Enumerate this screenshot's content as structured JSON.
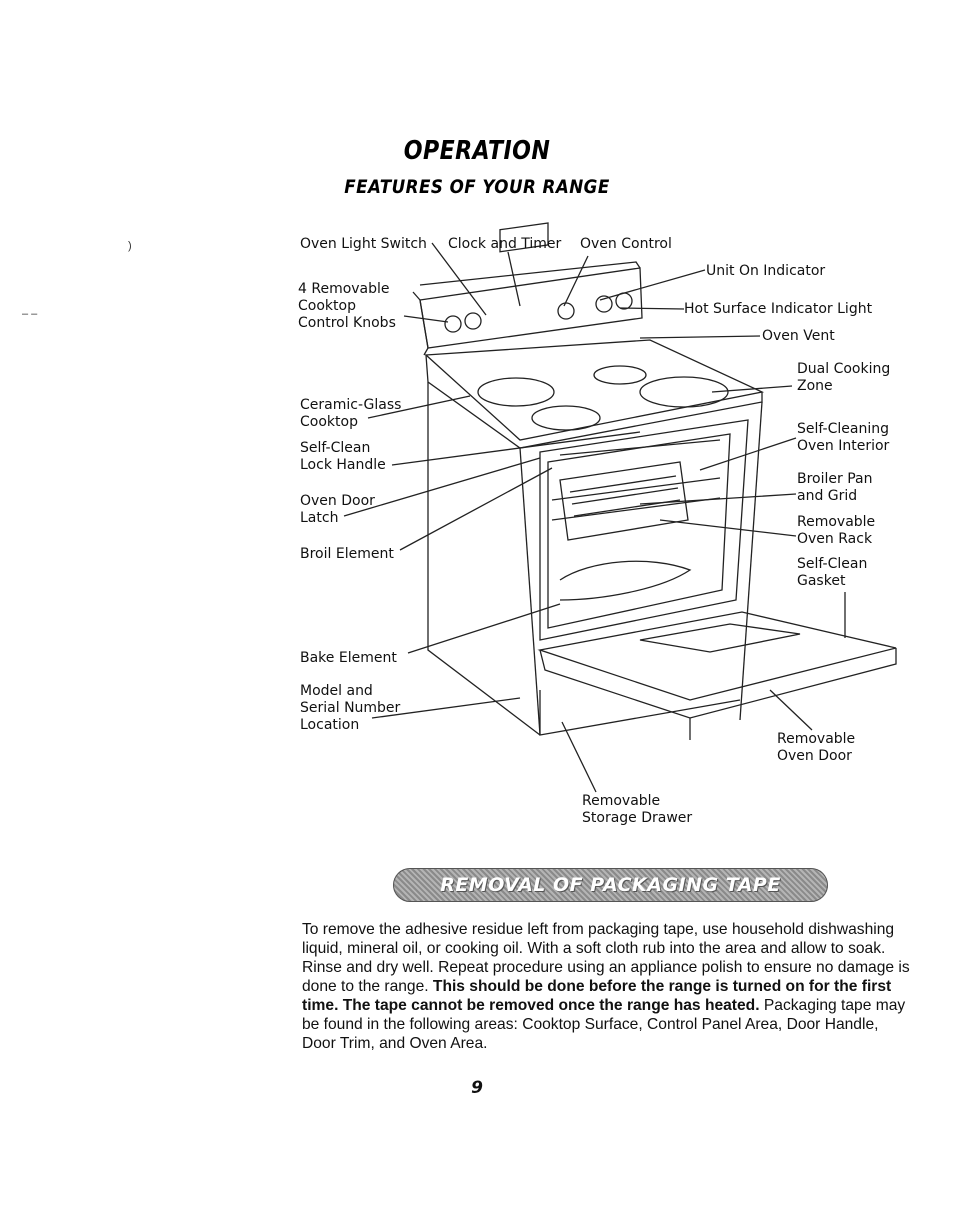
{
  "header": {
    "title": "OPERATION",
    "subtitle": "FEATURES OF YOUR RANGE"
  },
  "diagram": {
    "labels": {
      "oven_light_switch": "Oven Light Switch",
      "clock_timer": "Clock and Timer",
      "oven_control": "Oven Control",
      "unit_on": "Unit On Indicator",
      "knobs_1": "4 Removable",
      "knobs_2": "Cooktop",
      "knobs_3": "Control Knobs",
      "hot_surface": "Hot Surface Indicator Light",
      "oven_vent": "Oven Vent",
      "dual_1": "Dual Cooking",
      "dual_2": "Zone",
      "ceramic_1": "Ceramic-Glass",
      "ceramic_2": "Cooktop",
      "selfclean_int_1": "Self-Cleaning",
      "selfclean_int_2": "Oven Interior",
      "lock_1": "Self-Clean",
      "lock_2": "Lock Handle",
      "broiler_1": "Broiler Pan",
      "broiler_2": "and Grid",
      "latch_1": "Oven Door",
      "latch_2": "Latch",
      "rack_1": "Removable",
      "rack_2": "Oven Rack",
      "broil": "Broil Element",
      "gasket_1": "Self-Clean",
      "gasket_2": "Gasket",
      "bake": "Bake Element",
      "model_1": "Model and",
      "model_2": "Serial Number",
      "model_3": "Location",
      "door_1": "Removable",
      "door_2": "Oven Door",
      "drawer_1": "Removable",
      "drawer_2": "Storage Drawer"
    }
  },
  "section": {
    "banner": "REMOVAL OF PACKAGING TAPE",
    "para_normal_1": "To remove the adhesive residue left from packaging tape, use household dishwashing liquid, mineral oil, or cooking oil. With a soft cloth rub into the area and allow to soak. Rinse and dry well. Repeat procedure using an appliance polish to ensure no damage is done to the range. ",
    "para_bold": "This should be done before the range is turned on for the first time. The tape cannot be removed once the range has heated.",
    "para_normal_2": " Packaging tape may be found in the following areas: Cooktop Surface, Control Panel Area, Door Handle, Door Trim, and Oven Area."
  },
  "footer": {
    "page_number": "9"
  }
}
